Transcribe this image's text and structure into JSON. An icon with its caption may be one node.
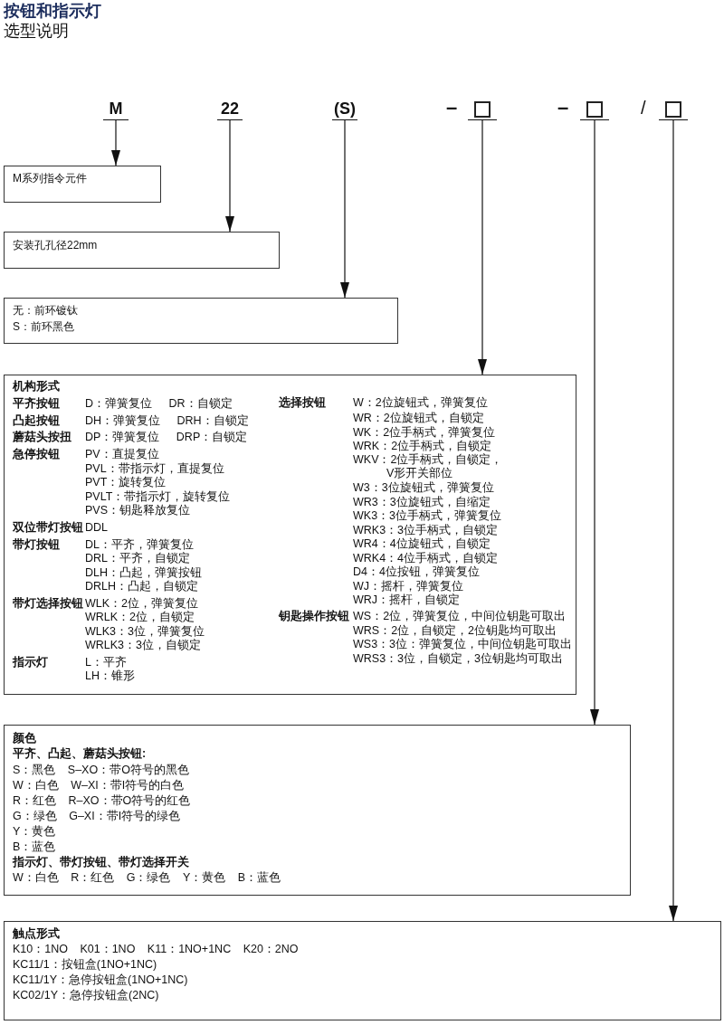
{
  "diagram": {
    "title": "按钮和指示灯",
    "nodes": [
      {
        "text": [
          "M"
        ]
      },
      {
        "text": [
          "22"
        ]
      },
      {
        "text": [
          "(S)"
        ]
      },
      {
        "text": [],
        "shape": "box"
      },
      {
        "text": [],
        "shape": "box"
      },
      {
        "text": [],
        "shape": "box"
      },
      {
        "text": [
          "M系列指令元件"
        ]
      },
      {
        "text": [
          "安装孔孔径22mm"
        ]
      },
      {
        "text": [
          "无：前环镀钛",
          "S：前环黑色"
        ]
      },
      {
        "text": [
          "机构形式",
          "平齐按钮",
          "D：弹簧复位 DR：自锁定",
          "凸起按钮",
          "DH：弹簧复位 DRH：自锁定",
          "蘑菇头按扭",
          "DP：弹簧复位 DRP：自锁定",
          "急停按钮",
          "PV：直提复位",
          "PVL：带指示灯，直提复位",
          "PVT：旋转复位",
          "PVLT：带指示灯，旋转复位",
          "PVS：钥匙释放复位",
          "双位带灯按钮",
          "DDL",
          "带灯按钮",
          "DL：平齐，弹簧复位",
          "DRL：平齐，自锁定",
          "DLH：凸起，弹簧按钮",
          "DRLH：凸起，自锁定",
          "带灯选择按钮",
          "WLK：2位，弹簧复位",
          "WRLK：2位，自锁定",
          "WLK3：3位，弹簧复位",
          "WRLK3：3位，自锁定",
          "指示灯",
          "L：平齐",
          "LH：锥形",
          "选择按钮",
          "W：2位旋钮式，弹簧复位",
          "WR：2位旋钮式，自锁定",
          "WK：2位手柄式，弹簧复位",
          "WRK：2位手柄式，自锁定",
          "WKV：2位手柄式，自锁定，V形开关部位",
          "W3：3位旋钮式，弹簧复位",
          "WR3：3位旋钮式，自缩定",
          "WK3：3位手柄式，弹簧复位",
          "WRK3：3位手柄式，自锁定",
          "WR4：4位旋钮式，自锁定",
          "WRK4：4位手柄式，自锁定",
          "D4：4位按钮，弹簧复位",
          "WJ：摇杆，弹簧复位",
          "WRJ：摇杆，自锁定",
          "钥匙操作按钮",
          "WS：2位，弹簧复位，中间位钥匙可取出",
          "WRS：2位，自锁定，2位钥匙均可取出",
          "WS3：3位：弹簧复位，中间位钥匙可取出",
          "WRS3：3位，自锁定，3位钥匙均可取出"
        ]
      },
      {
        "text": [
          "颜色",
          "平齐、凸起、蘑菇头按钮:",
          "S：黑色 S–XO：带O符号的黑色",
          "W：白色 W–XI：带I符号的白色",
          "R：红色 R–XO：带O符号的红色",
          "G：绿色 G–XI：带I符号的绿色",
          "Y：黄色",
          "B：蓝色",
          "指示灯、带灯按钮、带灯选择开关",
          "W：白色 R：红色 G：绿色 Y：黄色 B：蓝色"
        ]
      },
      {
        "text": [
          "触点形式",
          "K10：1NO K01：1NO K11：1NO+1NC K20：2NO",
          "KC11/1：按钮盒(1NO+1NC)",
          "KC11/1Y：急停按钮盒(1NO+1NC)",
          "KC02/1Y：急停按钮盒(2NC)"
        ]
      }
    ],
    "edges": [
      {
        "from": 0,
        "to": 6,
        "arrow": "to"
      },
      {
        "from": 1,
        "to": 7,
        "arrow": "to"
      },
      {
        "from": 2,
        "to": 8,
        "arrow": "to"
      },
      {
        "from": 3,
        "to": 9,
        "arrow": "to"
      },
      {
        "from": 4,
        "to": 10,
        "arrow": "to"
      },
      {
        "from": 5,
        "to": 11,
        "arrow": "to"
      }
    ],
    "labels": [
      "选型说明",
      "–",
      "–",
      "/"
    ]
  }
}
